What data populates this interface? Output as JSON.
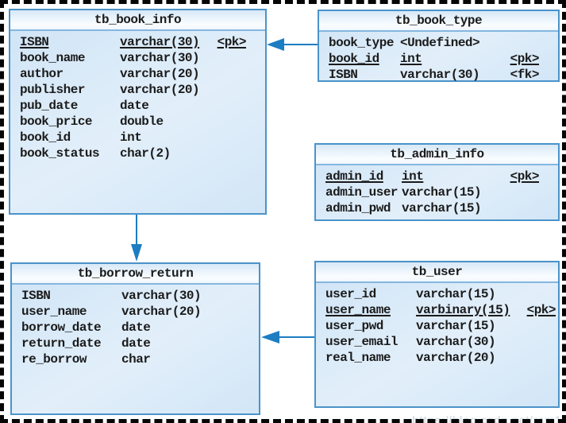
{
  "watermark": "https://blog.csdn.net/ram1",
  "colors": {
    "table_border": "#4b93c9",
    "table_fill": "#d3e7f7",
    "arrow": "#1d7dc2",
    "frame_dash": "#060606"
  },
  "tables": [
    {
      "title": "tb_book_info",
      "rows": [
        {
          "name": "ISBN",
          "type": "varchar(30)",
          "key": "<pk>"
        },
        {
          "name": "book_name",
          "type": "varchar(30)",
          "key": ""
        },
        {
          "name": "author",
          "type": "varchar(20)",
          "key": ""
        },
        {
          "name": "publisher",
          "type": "varchar(20)",
          "key": ""
        },
        {
          "name": "pub_date",
          "type": "date",
          "key": ""
        },
        {
          "name": "book_price",
          "type": "double",
          "key": ""
        },
        {
          "name": "book_id",
          "type": "int",
          "key": ""
        },
        {
          "name": "book_status",
          "type": "char(2)",
          "key": ""
        }
      ]
    },
    {
      "title": "tb_book_type",
      "rows": [
        {
          "name": "book_type",
          "type": "<Undefined>",
          "key": ""
        },
        {
          "name": "book_id",
          "type": "int",
          "key": "<pk>"
        },
        {
          "name": "ISBN",
          "type": "varchar(30)",
          "key": "<fk>"
        }
      ]
    },
    {
      "title": "tb_admin_info",
      "rows": [
        {
          "name": "admin_id",
          "type": "int",
          "key": "<pk>"
        },
        {
          "name": "admin_user",
          "type": "varchar(15)",
          "key": ""
        },
        {
          "name": "admin_pwd",
          "type": "varchar(15)",
          "key": ""
        }
      ]
    },
    {
      "title": "tb_borrow_return",
      "rows": [
        {
          "name": "ISBN",
          "type": "varchar(30)",
          "key": ""
        },
        {
          "name": "user_name",
          "type": "varchar(20)",
          "key": ""
        },
        {
          "name": "borrow_date",
          "type": "date",
          "key": ""
        },
        {
          "name": "return_date",
          "type": "date",
          "key": ""
        },
        {
          "name": "re_borrow",
          "type": "char",
          "key": ""
        }
      ]
    },
    {
      "title": "tb_user",
      "rows": [
        {
          "name": "user_id",
          "type": "varchar(15)",
          "key": ""
        },
        {
          "name": "user_name",
          "type": "varbinary(15)",
          "key": "<pk>"
        },
        {
          "name": "user_pwd",
          "type": "varchar(15)",
          "key": ""
        },
        {
          "name": "user_email",
          "type": "varchar(30)",
          "key": ""
        },
        {
          "name": "real_name",
          "type": "varchar(20)",
          "key": ""
        }
      ]
    }
  ],
  "relations": [
    {
      "from": "tb_book_type",
      "to": "tb_book_info"
    },
    {
      "from": "tb_book_info",
      "to": "tb_borrow_return"
    },
    {
      "from": "tb_user",
      "to": "tb_borrow_return"
    }
  ]
}
